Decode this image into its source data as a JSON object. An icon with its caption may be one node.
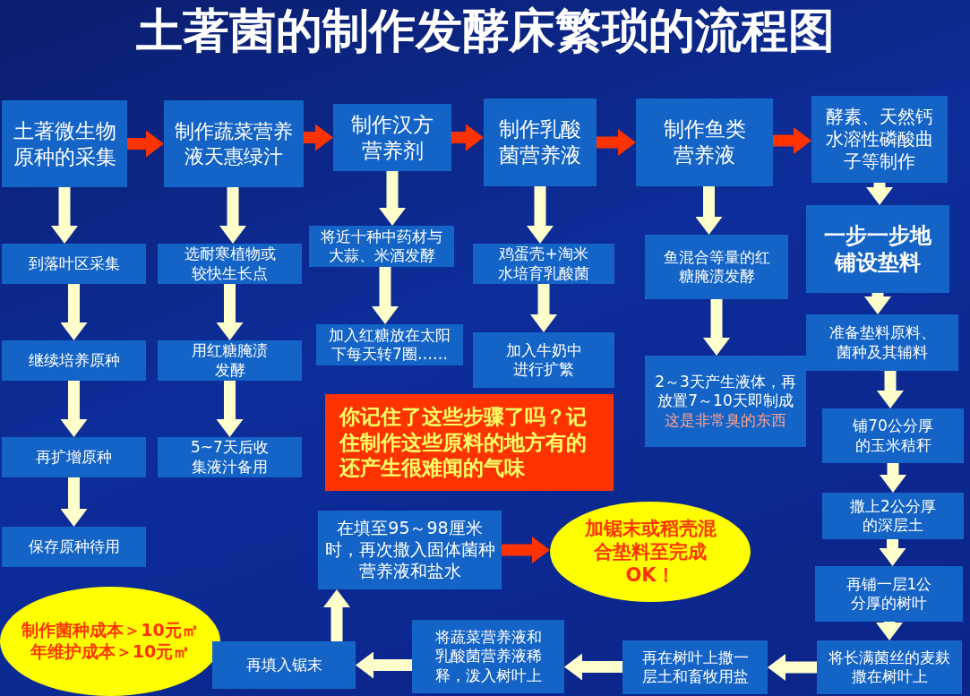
{
  "diagram": {
    "title": "土著菌的制作发酵床繁琐的流程图",
    "nodes": [
      {
        "text": [
          "土著微生物原种的采集"
        ]
      },
      {
        "text": [
          "制作蔬菜营养液天惠绿汁"
        ]
      },
      {
        "text": [
          "制作汉方营养剂"
        ]
      },
      {
        "text": [
          "制作乳酸菌营养液"
        ]
      },
      {
        "text": [
          "制作鱼类营养液"
        ]
      },
      {
        "text": [
          "酵素、天然钙水溶性磷酸曲子等制作"
        ]
      },
      {
        "text": [
          "到落叶区采集"
        ]
      },
      {
        "text": [
          "选耐寒植物或较快生长点"
        ]
      },
      {
        "text": [
          "将近十种中药材与大蒜、米酒发酵"
        ]
      },
      {
        "text": [
          "鸡蛋壳+淘米水培育乳酸菌"
        ]
      },
      {
        "text": [
          "鱼混合等量的红糖腌渍发酵"
        ]
      },
      {
        "text": [
          "一步一步地铺设垫料"
        ]
      },
      {
        "text": [
          "继续培养原种"
        ]
      },
      {
        "text": [
          "用红糖腌渍发酵"
        ]
      },
      {
        "text": [
          "加入红糖放在太阳下每天转7圈……"
        ]
      },
      {
        "text": [
          "加入牛奶中进行扩繁"
        ]
      },
      {
        "text": [
          "2～3天产生液体，再放置7～10天即制成",
          "这是非常臭的东西"
        ]
      },
      {
        "text": [
          "准备垫料原料、菌种及其辅料"
        ]
      },
      {
        "text": [
          "再扩增原种"
        ]
      },
      {
        "text": [
          "5~7天后收集液汁备用"
        ]
      },
      {
        "text": [
          "你记住了这些步骤了吗？记住制作这些原料的地方有的还产生很难闻的气味"
        ]
      },
      {
        "text": [
          "铺70公分厚的玉米秸秆"
        ]
      },
      {
        "text": [
          "保存原种待用"
        ]
      },
      {
        "text": [
          "在填至95～98厘米时，再次撒入固体菌种营养液和盐水"
        ]
      },
      {
        "text": [
          "加锯末或稻壳混合垫料至完成",
          "OK！"
        ]
      },
      {
        "text": [
          "撒上2公分厚的深层土"
        ]
      },
      {
        "text": [
          "再铺一层1公分厚的树叶"
        ]
      },
      {
        "text": [
          "制作菌种成本＞10元㎡",
          "年维护成本＞10元㎡"
        ]
      },
      {
        "text": [
          "再填入锯末"
        ]
      },
      {
        "text": [
          "将蔬菜营养液和乳酸菌营养液稀释，泼入树叶上"
        ]
      },
      {
        "text": [
          "再在树叶上撒一层土和畜牧用盐"
        ]
      },
      {
        "text": [
          "将长满菌丝的麦麸撒在树叶上"
        ]
      }
    ],
    "edges": [
      {
        "from": 0,
        "to": 1,
        "arrow": "to",
        "color": "#ff3300"
      },
      {
        "from": 1,
        "to": 2,
        "arrow": "to",
        "color": "#ff3300"
      },
      {
        "from": 2,
        "to": 3,
        "arrow": "to",
        "color": "#ff3300"
      },
      {
        "from": 3,
        "to": 4,
        "arrow": "to",
        "color": "#ff3300"
      },
      {
        "from": 4,
        "to": 5,
        "arrow": "to",
        "color": "#ff3300"
      },
      {
        "from": 0,
        "to": 6,
        "arrow": "to"
      },
      {
        "from": 6,
        "to": 12,
        "arrow": "to"
      },
      {
        "from": 12,
        "to": 18,
        "arrow": "to"
      },
      {
        "from": 18,
        "to": 22,
        "arrow": "to"
      },
      {
        "from": 1,
        "to": 7,
        "arrow": "to"
      },
      {
        "from": 7,
        "to": 13,
        "arrow": "to"
      },
      {
        "from": 13,
        "to": 19,
        "arrow": "to"
      },
      {
        "from": 2,
        "to": 8,
        "arrow": "to"
      },
      {
        "from": 8,
        "to": 14,
        "arrow": "to"
      },
      {
        "from": 3,
        "to": 9,
        "arrow": "to"
      },
      {
        "from": 9,
        "to": 15,
        "arrow": "to"
      },
      {
        "from": 4,
        "to": 10,
        "arrow": "to"
      },
      {
        "from": 10,
        "to": 16,
        "arrow": "to"
      },
      {
        "from": 5,
        "to": 11,
        "arrow": "to"
      },
      {
        "from": 11,
        "to": 17,
        "arrow": "to"
      },
      {
        "from": 17,
        "to": 21,
        "arrow": "to"
      },
      {
        "from": 21,
        "to": 25,
        "arrow": "to"
      },
      {
        "from": 25,
        "to": 26,
        "arrow": "to"
      },
      {
        "from": 26,
        "to": 31,
        "arrow": "to"
      },
      {
        "from": 31,
        "to": 30,
        "arrow": "to"
      },
      {
        "from": 30,
        "to": 29,
        "arrow": "to"
      },
      {
        "from": 29,
        "to": 28,
        "arrow": "to"
      },
      {
        "from": 28,
        "to": 23,
        "arrow": "to"
      },
      {
        "from": 23,
        "to": 24,
        "arrow": "to",
        "color": "#ff3300"
      }
    ]
  }
}
